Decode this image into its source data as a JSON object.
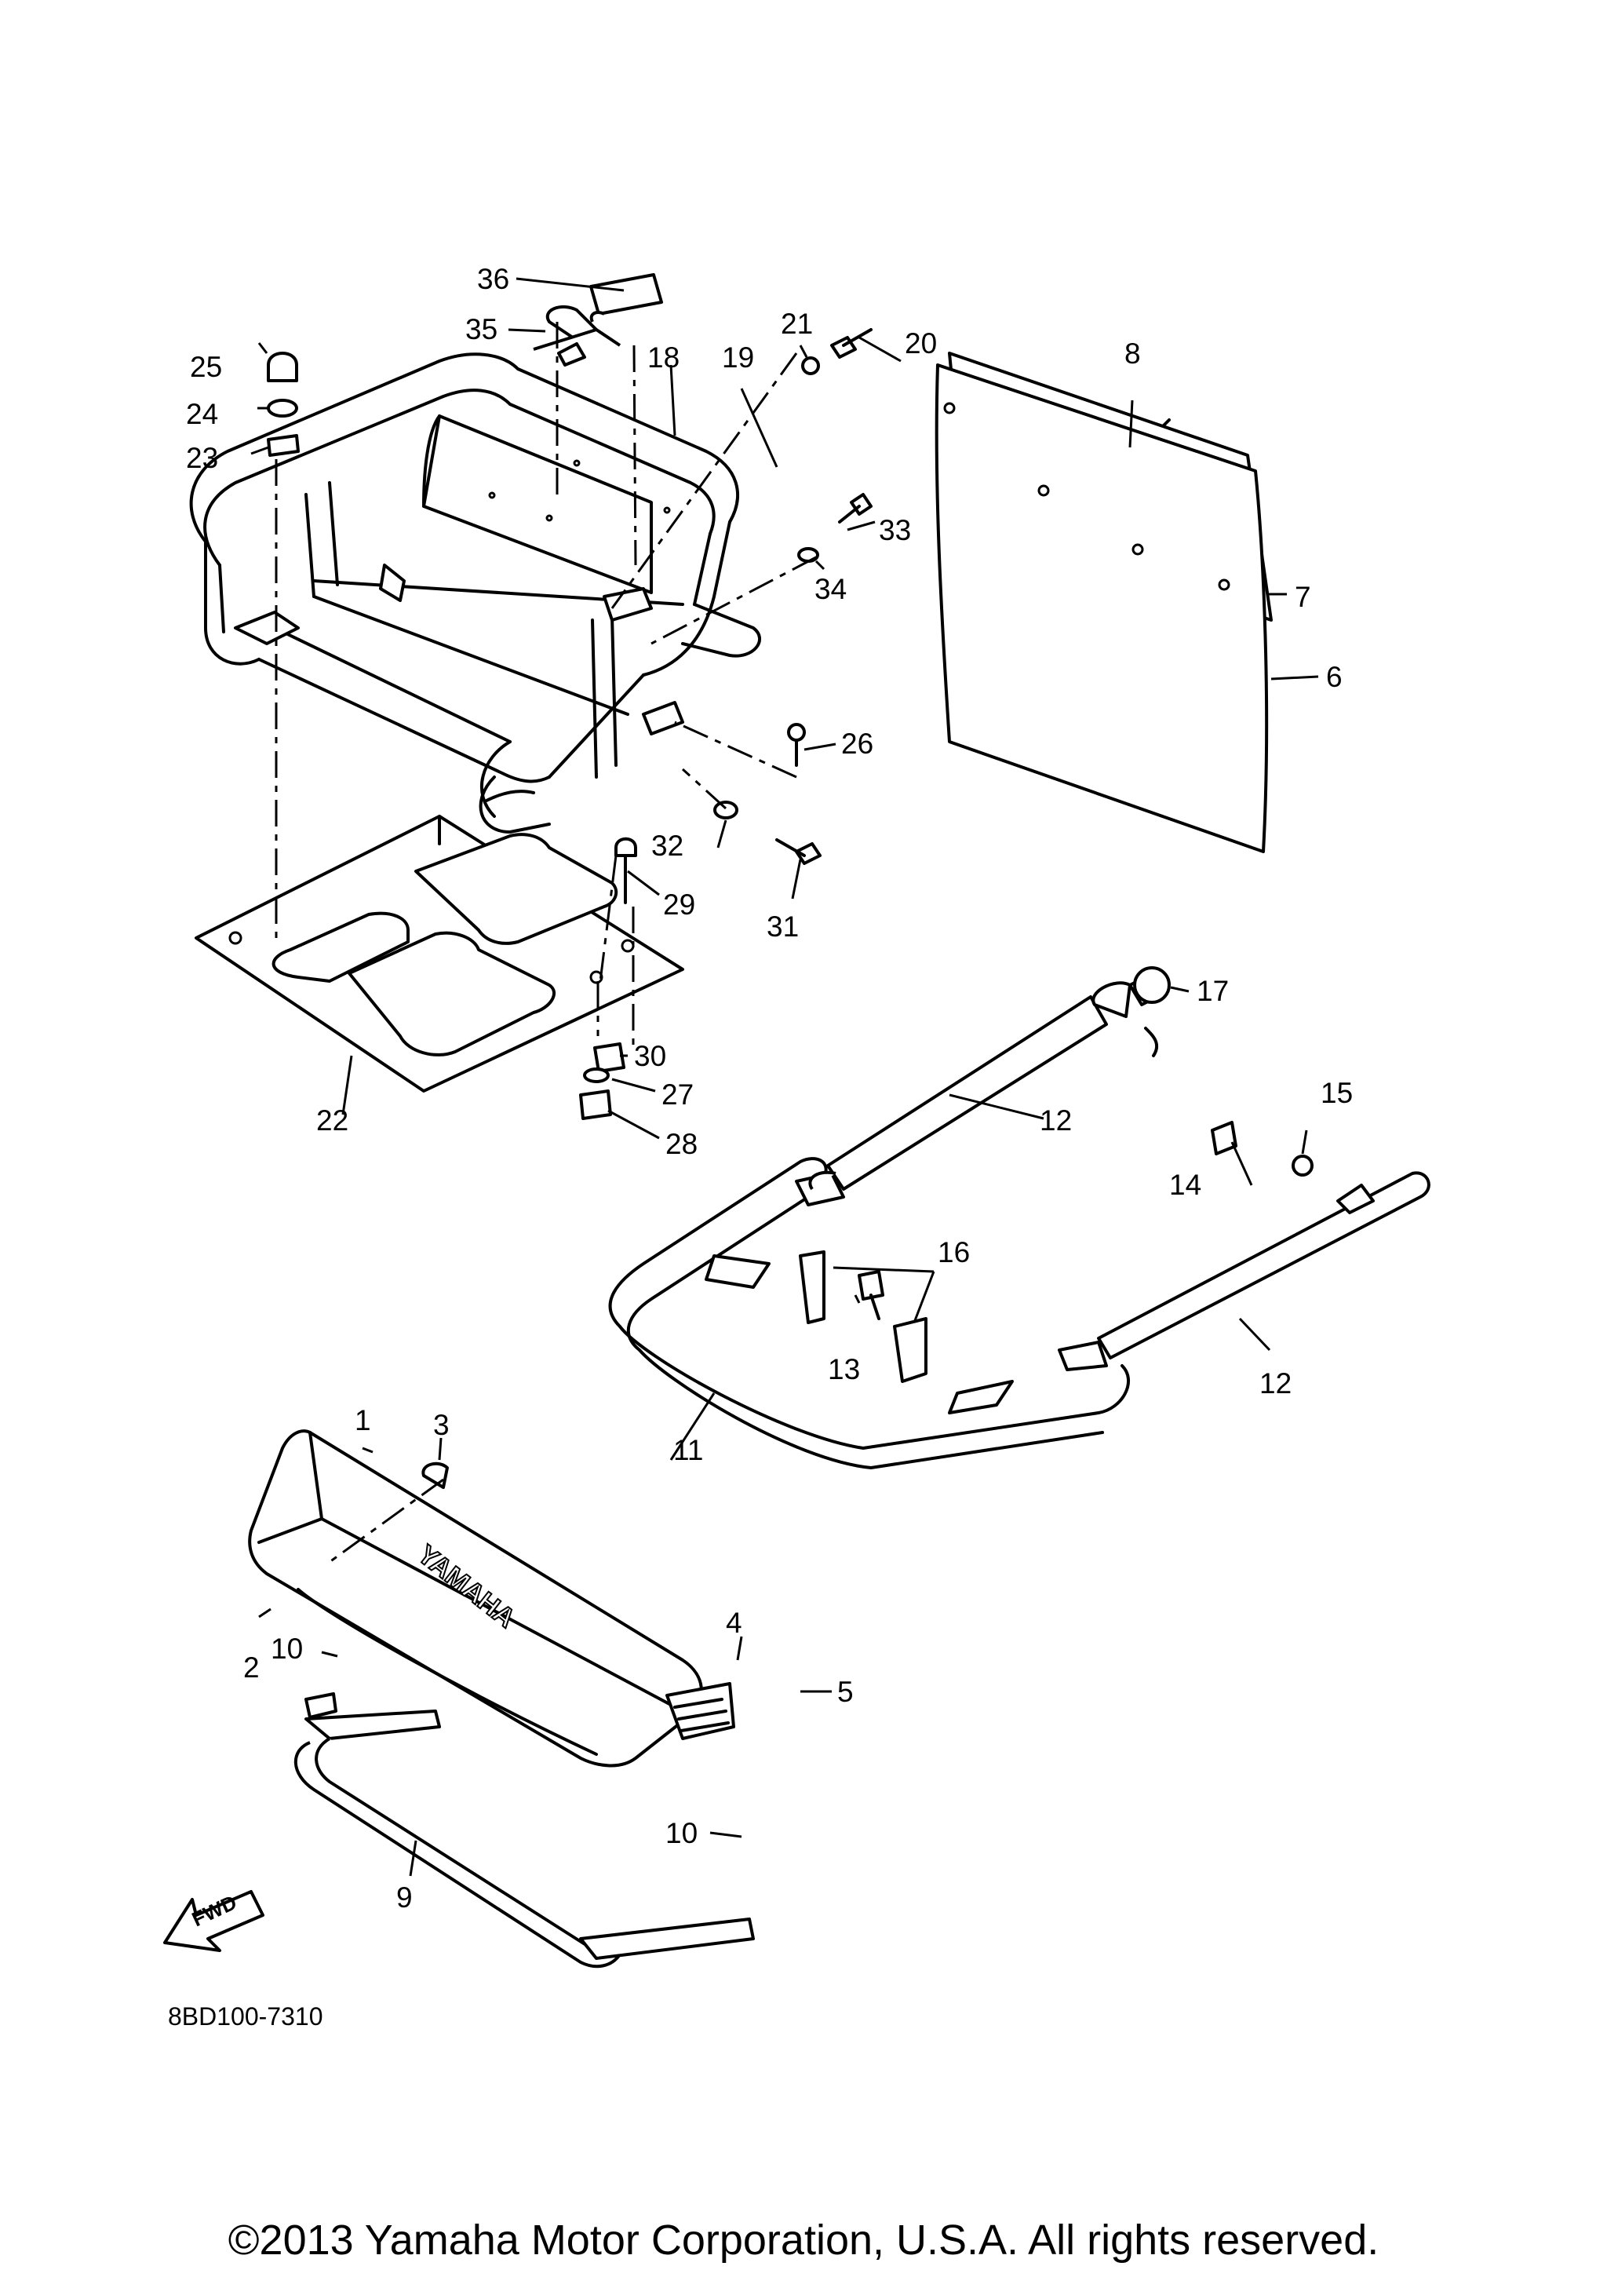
{
  "diagram": {
    "callouts": {
      "c1": "1",
      "c2": "2",
      "c3": "3",
      "c4": "4",
      "c5": "5",
      "c6": "6",
      "c7": "7",
      "c8": "8",
      "c9": "9",
      "c10a": "10",
      "c10b": "10",
      "c11": "11",
      "c12a": "12",
      "c12b": "12",
      "c13": "13",
      "c14": "14",
      "c15": "15",
      "c16": "16",
      "c17": "17",
      "c18": "18",
      "c19": "19",
      "c20": "20",
      "c21": "21",
      "c22": "22",
      "c23": "23",
      "c24": "24",
      "c25": "25",
      "c26": "26",
      "c27": "27",
      "c28": "28",
      "c29": "29",
      "c30": "30",
      "c31": "31",
      "c32": "32",
      "c33": "33",
      "c34": "34",
      "c35": "35",
      "c36": "36"
    },
    "bumper_emblem": "YAMAHA",
    "fwd_arrow_text": "FWD",
    "drawing_code": "8BD100-7310"
  },
  "footer": {
    "copyright": "©2013 Yamaha Motor Corporation, U.S.A. All rights reserved."
  }
}
